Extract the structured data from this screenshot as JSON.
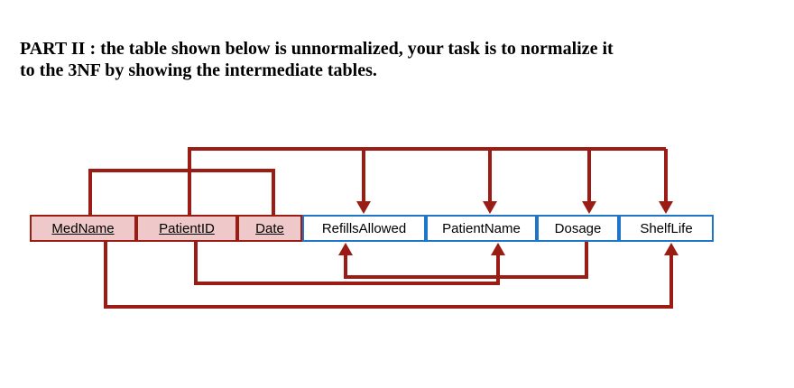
{
  "heading": {
    "line1": "PART II : the table shown below is unnormalized, your task is to normalize it",
    "line2": "to the 3NF by showing the intermediate tables."
  },
  "table": {
    "name": "unnormalized medication table",
    "columns": [
      {
        "label": "MedName",
        "key": true
      },
      {
        "label": "PatientID",
        "key": true
      },
      {
        "label": "Date",
        "key": true
      },
      {
        "label": "RefillsAllowed",
        "key": false
      },
      {
        "label": "PatientName",
        "key": false
      },
      {
        "label": "Dosage",
        "key": false
      },
      {
        "label": "ShelfLife",
        "key": false
      }
    ]
  },
  "dependencies": [
    {
      "from": [
        "MedName",
        "PatientID",
        "Date"
      ],
      "to": [
        "RefillsAllowed",
        "PatientName",
        "Dosage",
        "ShelfLife"
      ],
      "drawn": "above table"
    },
    {
      "from": [
        "PatientID"
      ],
      "to": [
        "PatientName"
      ],
      "drawn": "below table"
    },
    {
      "from": [
        "Dosage"
      ],
      "to": [
        "RefillsAllowed"
      ],
      "drawn": "below table"
    },
    {
      "from": [
        "MedName"
      ],
      "to": [
        "ShelfLife"
      ],
      "drawn": "below table"
    }
  ],
  "colors": {
    "arrow_dark_red": "#9B1B15",
    "key_cell_fill": "#EFC9C9",
    "key_cell_border": "#9B1B15",
    "nonkey_cell_border": "#1F76C8",
    "nonkey_cell_fill": "#FFFFFF",
    "text": "#000000"
  }
}
